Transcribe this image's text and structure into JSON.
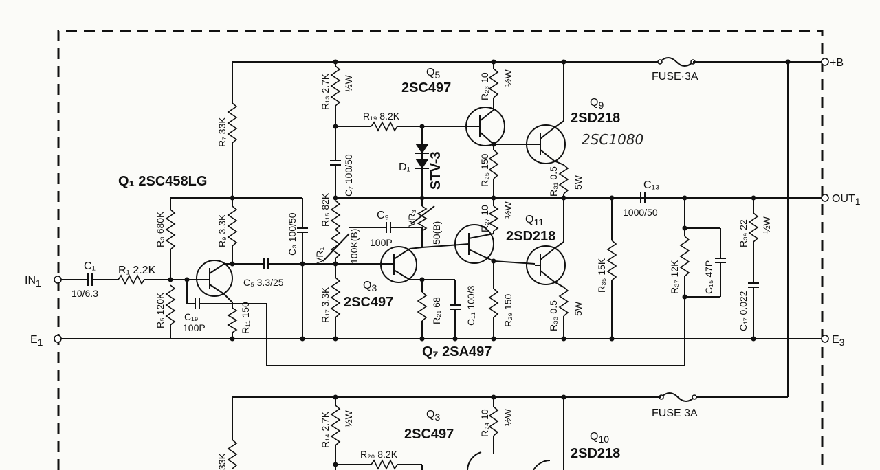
{
  "terminals": {
    "plus_b": "+B",
    "out1": "OUT",
    "out1_sub": "1",
    "in1": "IN",
    "in1_sub": "1",
    "e1": "E",
    "e1_sub": "1",
    "e3": "E",
    "e3_sub": "3"
  },
  "fuses": {
    "upper": "FUSE·3A",
    "lower": "FUSE 3A"
  },
  "transistors": {
    "q1_label": "Q₁ 2SC458LG",
    "q5_name": "Q",
    "q5_sub": "5",
    "q5_part": "2SC497",
    "q9_name": "Q",
    "q9_sub": "9",
    "q9_part": "2SD218",
    "q9_handwritten": "2SC1080",
    "q3_name": "Q",
    "q3_sub": "3",
    "q3_part": "2SC497",
    "q11_name": "Q",
    "q11_sub": "11",
    "q11_part": "2SD218",
    "q7_label": "Q₇ 2SA497",
    "lower_q3_name": "Q",
    "lower_q3_sub": "3",
    "lower_q3_part": "2SC497",
    "q10_name": "Q",
    "q10_sub": "10",
    "q10_part": "2SD218"
  },
  "resistors": {
    "r1": "R₁ 2.2K",
    "r3": "R₃ 680K",
    "r5": "R₅ 120K",
    "r7": "R₇ 33K",
    "r9": "R₉ 3.3K",
    "r11": "R₁₁ 150",
    "r13": "R₁₃ 2.7K",
    "r13_w": "½W",
    "r15": "R₁₅ 82K",
    "r17": "R₁₇ 3.3K",
    "r19": "R₁₉ 8.2K",
    "r21": "R₂₁ 68",
    "r23": "R₂₃ 10",
    "r23_w": "½W",
    "r25": "R₂₅ 150",
    "r27": "R₂₇ 10",
    "r27_w": "½W",
    "r29": "R₂₉ 150",
    "r31": "R₃₁ 0.5",
    "r31_w": "5W",
    "r33": "R₃₃ 0.5",
    "r33_w": "5W",
    "r35": "R₃₅ 15K",
    "r37": "R₃₇ 12K",
    "r39": "R₃₉ 22",
    "r39_w": "½W",
    "r14": "R₁₄ 2.7K",
    "r14_w": "½W",
    "r20": "R₂₀ 8.2K",
    "r24": "R₂₄ 10",
    "r24_w": "½W",
    "r_lower_left": "33K"
  },
  "capacitors": {
    "c1": "C₁",
    "c1_val": "10/6.3",
    "c3": "C₃ 100/50",
    "c5": "C₅ 3.3/25",
    "c7": "C₇ 100/50",
    "c9": "C₉",
    "c9_val": "100P",
    "c11": "C₁₁ 100/3",
    "c13": "C₁₃",
    "c13_val": "1000/50",
    "c15": "C₁₅ 47P",
    "c17": "C₁₇ 0.022",
    "c19": "C₁₉",
    "c19_val": "100P"
  },
  "others": {
    "d1": "D₁",
    "stv": "STV-3",
    "vr1": "VR₁",
    "vr1_val": "100K(B)",
    "vr3": "VR₃",
    "vr3_val": "50(B)"
  }
}
